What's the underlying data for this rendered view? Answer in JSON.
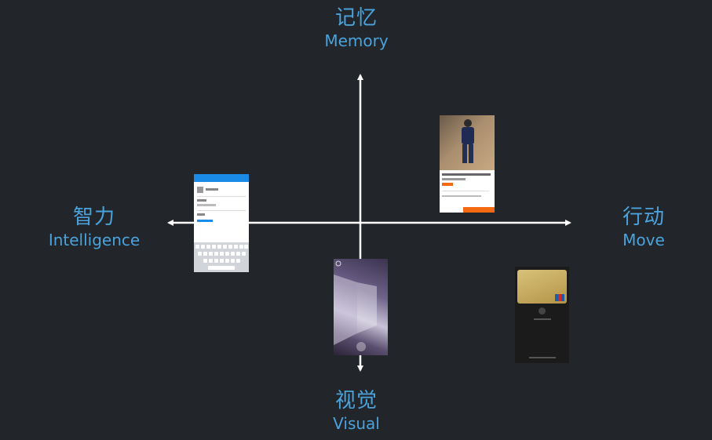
{
  "axes": {
    "top": {
      "zh": "记忆",
      "en": "Memory"
    },
    "bottom": {
      "zh": "视觉",
      "en": "Visual"
    },
    "left": {
      "zh": "智力",
      "en": "Intelligence"
    },
    "right": {
      "zh": "行动",
      "en": "Move"
    }
  },
  "colors": {
    "background": "#222529",
    "label": "#4aa3dc",
    "axis": "#ffffff"
  },
  "screenshots": [
    {
      "name": "settings-screenshot",
      "quadrant": "left"
    },
    {
      "name": "product-screenshot",
      "quadrant": "upper-right"
    },
    {
      "name": "camera-screenshot",
      "quadrant": "bottom"
    },
    {
      "name": "wallet-screenshot",
      "quadrant": "lower-right"
    }
  ]
}
